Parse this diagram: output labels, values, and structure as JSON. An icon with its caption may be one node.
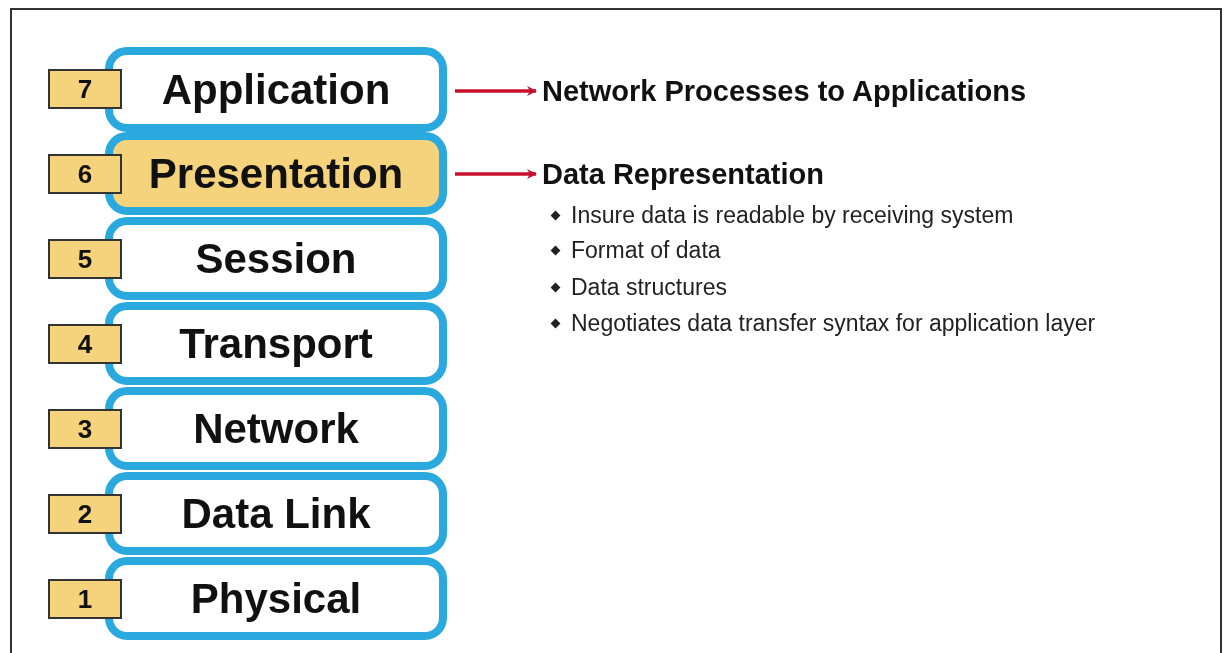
{
  "diagram": {
    "nodes": [
      {
        "text": [
          "7"
        ]
      },
      {
        "text": [
          "Application"
        ]
      },
      {
        "text": [
          "Network Processes to Applications"
        ]
      },
      {
        "text": [
          "6"
        ]
      },
      {
        "text": [
          "Presentation"
        ]
      },
      {
        "text": [
          "Data Representation"
        ]
      },
      {
        "text": [
          "5"
        ]
      },
      {
        "text": [
          "Session"
        ]
      },
      {
        "text": [
          "4"
        ]
      },
      {
        "text": [
          "Transport"
        ]
      },
      {
        "text": [
          "3"
        ]
      },
      {
        "text": [
          "Network"
        ]
      },
      {
        "text": [
          "2"
        ]
      },
      {
        "text": [
          "Data Link"
        ]
      },
      {
        "text": [
          "1"
        ]
      },
      {
        "text": [
          "Physical"
        ]
      }
    ],
    "edges": [
      {
        "from": 1,
        "to": 2,
        "arrow": "to"
      },
      {
        "from": 4,
        "to": 5,
        "arrow": "to"
      }
    ],
    "labels": [
      "Insure data is readable by receiving system",
      "Format of data",
      "Data structures",
      "Negotiates data transfer syntax for application layer"
    ]
  }
}
